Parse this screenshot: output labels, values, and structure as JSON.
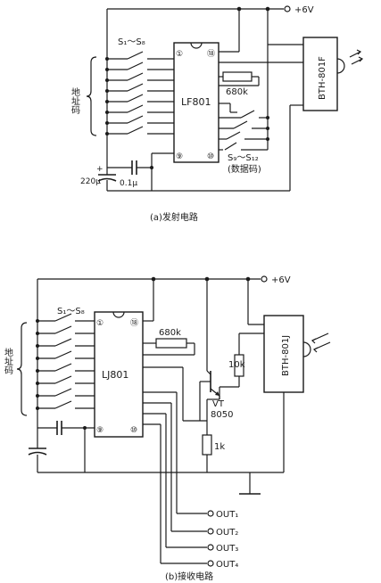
{
  "transmitter": {
    "supply": "+6V",
    "switches_label": "S₁～S₈",
    "address_code": "地址码",
    "ic": "LF801",
    "pins": {
      "p1": "①",
      "p9": "⑨",
      "p10": "⑩",
      "p18": "⑱"
    },
    "resistor": "680k",
    "data_switches": "S₉～S₁₂",
    "data_code": "(数据码)",
    "cap1": "0.1μ",
    "cap2": "220μ",
    "module": "BTH-801F",
    "caption": "(a)发射电路"
  },
  "receiver": {
    "supply": "+6V",
    "switches_label": "S₁～S₈",
    "address_code": "地址码",
    "ic": "LJ801",
    "pins": {
      "p1": "①",
      "p9": "⑨",
      "p10": "⑩",
      "p18": "⑱"
    },
    "r1": "680k",
    "r2": "10k",
    "r3": "1k",
    "transistor": "VT",
    "transistor_part": "8050",
    "module": "BTH-801J",
    "outputs": [
      "OUT₁",
      "OUT₂",
      "OUT₃",
      "OUT₄"
    ],
    "caption": "(b)接收电路"
  }
}
